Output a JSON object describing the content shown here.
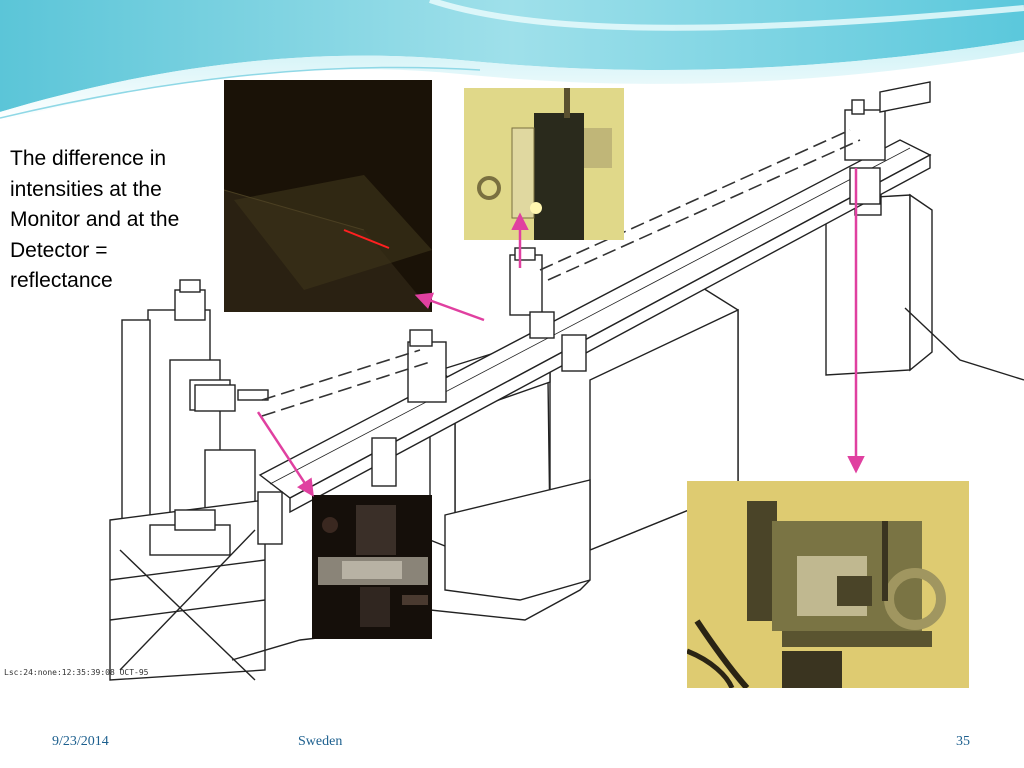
{
  "slide": {
    "body_text": "The difference in intensities at the Monitor and at the Detector = reflectance",
    "stamp": "Lsc:24:none:12:35:39:08 OCT-95"
  },
  "footer": {
    "date": "9/23/2014",
    "center": "Sweden",
    "page_number": "35"
  },
  "colors": {
    "accent": "#e040a0",
    "footer_text": "#1c5f8e",
    "header_teal": "#6fd0e0",
    "photo_gold": "#d8c468"
  }
}
